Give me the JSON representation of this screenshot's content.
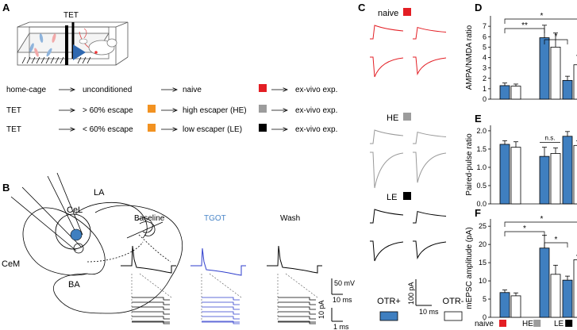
{
  "colors": {
    "naive": "#e31e24",
    "he": "#9c9c9c",
    "le": "#000000",
    "otr_pos": "#3f7fc0",
    "escape_orange": "#f29221",
    "tgot_blue": "#2e3dcc",
    "cel_blue": "#3f7fc0"
  },
  "panel_a": {
    "letter": "A",
    "apparatus_label": "TET",
    "rows": [
      {
        "start": "home-cage",
        "condition": "unconditioned",
        "group": "naive",
        "end": "ex-vivo exp.",
        "swatch": "naive",
        "has_cond_box": false
      },
      {
        "start": "TET",
        "condition": "> 60% escape",
        "group": "high escaper (HE)",
        "end": "ex-vivo exp.",
        "swatch": "he",
        "has_cond_box": true
      },
      {
        "start": "TET",
        "condition": "< 60% escape",
        "group": "low escaper (LE)",
        "end": "ex-vivo exp.",
        "swatch": "le",
        "has_cond_box": true
      }
    ]
  },
  "panel_b": {
    "letter": "B",
    "regions": {
      "cel": "CeL",
      "cem": "CeM",
      "la": "LA",
      "ba": "BA"
    },
    "conditions": [
      "Baseline",
      "TGOT",
      "Wash"
    ],
    "scale_v": "50 mV",
    "scale_t1": "10 ms",
    "scale_i": "10 pA",
    "scale_t2": "1 ms"
  },
  "panel_c": {
    "letter": "C",
    "groups": [
      "naive",
      "HE",
      "LE"
    ],
    "scale_i": "100 pA",
    "scale_t": "10 ms",
    "legend_pos": "OTR+",
    "legend_neg": "OTR-"
  },
  "panel_letters": {
    "d": "D",
    "e": "E",
    "f": "F"
  },
  "chart_data": [
    {
      "panel": "D",
      "type": "bar",
      "categories": [
        "naive",
        "HE",
        "LE"
      ],
      "series": [
        {
          "name": "OTR+",
          "values": [
            1.3,
            5.9,
            1.8
          ],
          "errors": [
            0.25,
            1.2,
            0.4
          ]
        },
        {
          "name": "OTR-",
          "values": [
            1.25,
            5.0,
            3.3
          ],
          "errors": [
            0.2,
            1.35,
            0.9
          ]
        }
      ],
      "ylabel": "AMPA/NMDA ratio",
      "ylim": [
        0,
        8
      ],
      "yticks": [
        0,
        1,
        2,
        3,
        4,
        5,
        6,
        7
      ],
      "annotations": [
        {
          "text": "**",
          "from": "naive:OTR+",
          "to": "HE:OTR+"
        },
        {
          "text": "*",
          "from": "HE:OTR+",
          "to": "LE:OTR+"
        },
        {
          "text": "*",
          "from": "naive:OTR+",
          "to": "LE:OTR-"
        }
      ]
    },
    {
      "panel": "E",
      "type": "bar",
      "categories": [
        "naive",
        "HE",
        "LE"
      ],
      "series": [
        {
          "name": "OTR+",
          "values": [
            1.63,
            1.3,
            1.85
          ],
          "errors": [
            0.1,
            0.25,
            0.13
          ]
        },
        {
          "name": "OTR-",
          "values": [
            1.55,
            1.38,
            1.6
          ],
          "errors": [
            0.15,
            0.15,
            0.13
          ]
        }
      ],
      "ylabel": "Paired-pulse ratio",
      "ylim": [
        0,
        2.15
      ],
      "yticks": [
        0,
        0.5,
        1.0,
        1.5,
        2.0
      ],
      "annotations": [
        {
          "text": "n.s.",
          "from": "HE:OTR+",
          "to": "HE:OTR-"
        }
      ]
    },
    {
      "panel": "F",
      "type": "bar",
      "categories": [
        "naive",
        "HE",
        "LE"
      ],
      "series": [
        {
          "name": "OTR+",
          "values": [
            6.8,
            19.0,
            10.2
          ],
          "errors": [
            0.7,
            3.5,
            1.1
          ]
        },
        {
          "name": "OTR-",
          "values": [
            5.9,
            11.8,
            15.8
          ],
          "errors": [
            0.8,
            2.5,
            1.2
          ]
        }
      ],
      "ylabel": "mEPSC amplitude (pA)",
      "ylim": [
        0,
        27
      ],
      "yticks": [
        0,
        5,
        10,
        15,
        20,
        25
      ],
      "annotations": [
        {
          "text": "*",
          "from": "naive:OTR+",
          "to": "HE:OTR+"
        },
        {
          "text": "*",
          "from": "HE:OTR+",
          "to": "LE:OTR+"
        },
        {
          "text": "*",
          "from": "naive:OTR+",
          "to": "LE:OTR-"
        }
      ]
    }
  ]
}
